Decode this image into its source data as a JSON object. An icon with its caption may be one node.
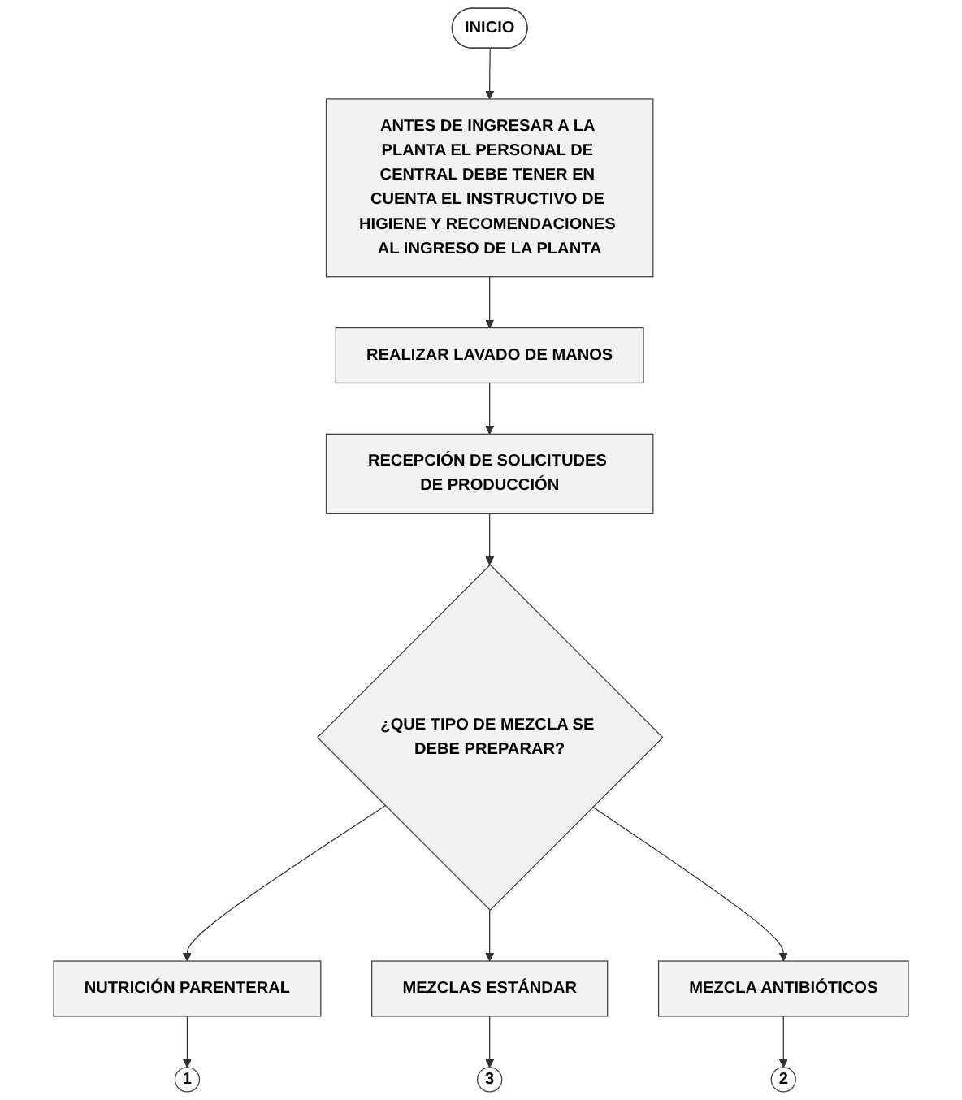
{
  "diagram": {
    "nodes": [
      {
        "text": [
          "INICIO"
        ]
      },
      {
        "text": [
          "ANTES DE INGRESAR A LA PLANTA EL PERSONAL DE CENTRAL DEBE TENER EN CUENTA EL INSTRUCTIVO DE HIGIENE Y RECOMENDACIONES AL INGRESO DE LA PLANTA"
        ]
      },
      {
        "text": [
          "REALIZAR LAVADO DE MANOS"
        ]
      },
      {
        "text": [
          "RECEPCIÓN DE SOLICITUDES DE PRODUCCIÓN"
        ]
      },
      {
        "text": [
          "¿QUE TIPO DE MEZCLA SE DEBE PREPARAR?"
        ]
      },
      {
        "text": [
          "NUTRICIÓN PARENTERAL"
        ]
      },
      {
        "text": [
          "1"
        ]
      },
      {
        "text": [
          "MEZCLAS ESTÁNDAR"
        ]
      },
      {
        "text": [
          "MEZCLA ANTIBIÓTICOS"
        ]
      },
      {
        "text": [
          "3"
        ]
      },
      {
        "text": [
          "2"
        ]
      }
    ],
    "edges": [
      {
        "from": 0,
        "to": 1,
        "arrow": "to"
      },
      {
        "from": 1,
        "to": 2,
        "arrow": "to"
      },
      {
        "from": 2,
        "to": 3,
        "arrow": "to"
      },
      {
        "from": 3,
        "to": 4,
        "arrow": "to"
      },
      {
        "from": 4,
        "to": 5,
        "arrow": "to"
      },
      {
        "from": 5,
        "to": 6,
        "arrow": "to"
      },
      {
        "from": 4,
        "to": 7,
        "arrow": "to"
      },
      {
        "from": 4,
        "to": 8,
        "arrow": "to"
      },
      {
        "from": 7,
        "to": 9,
        "arrow": "to"
      },
      {
        "from": 8,
        "to": 10,
        "arrow": "to"
      }
    ]
  }
}
